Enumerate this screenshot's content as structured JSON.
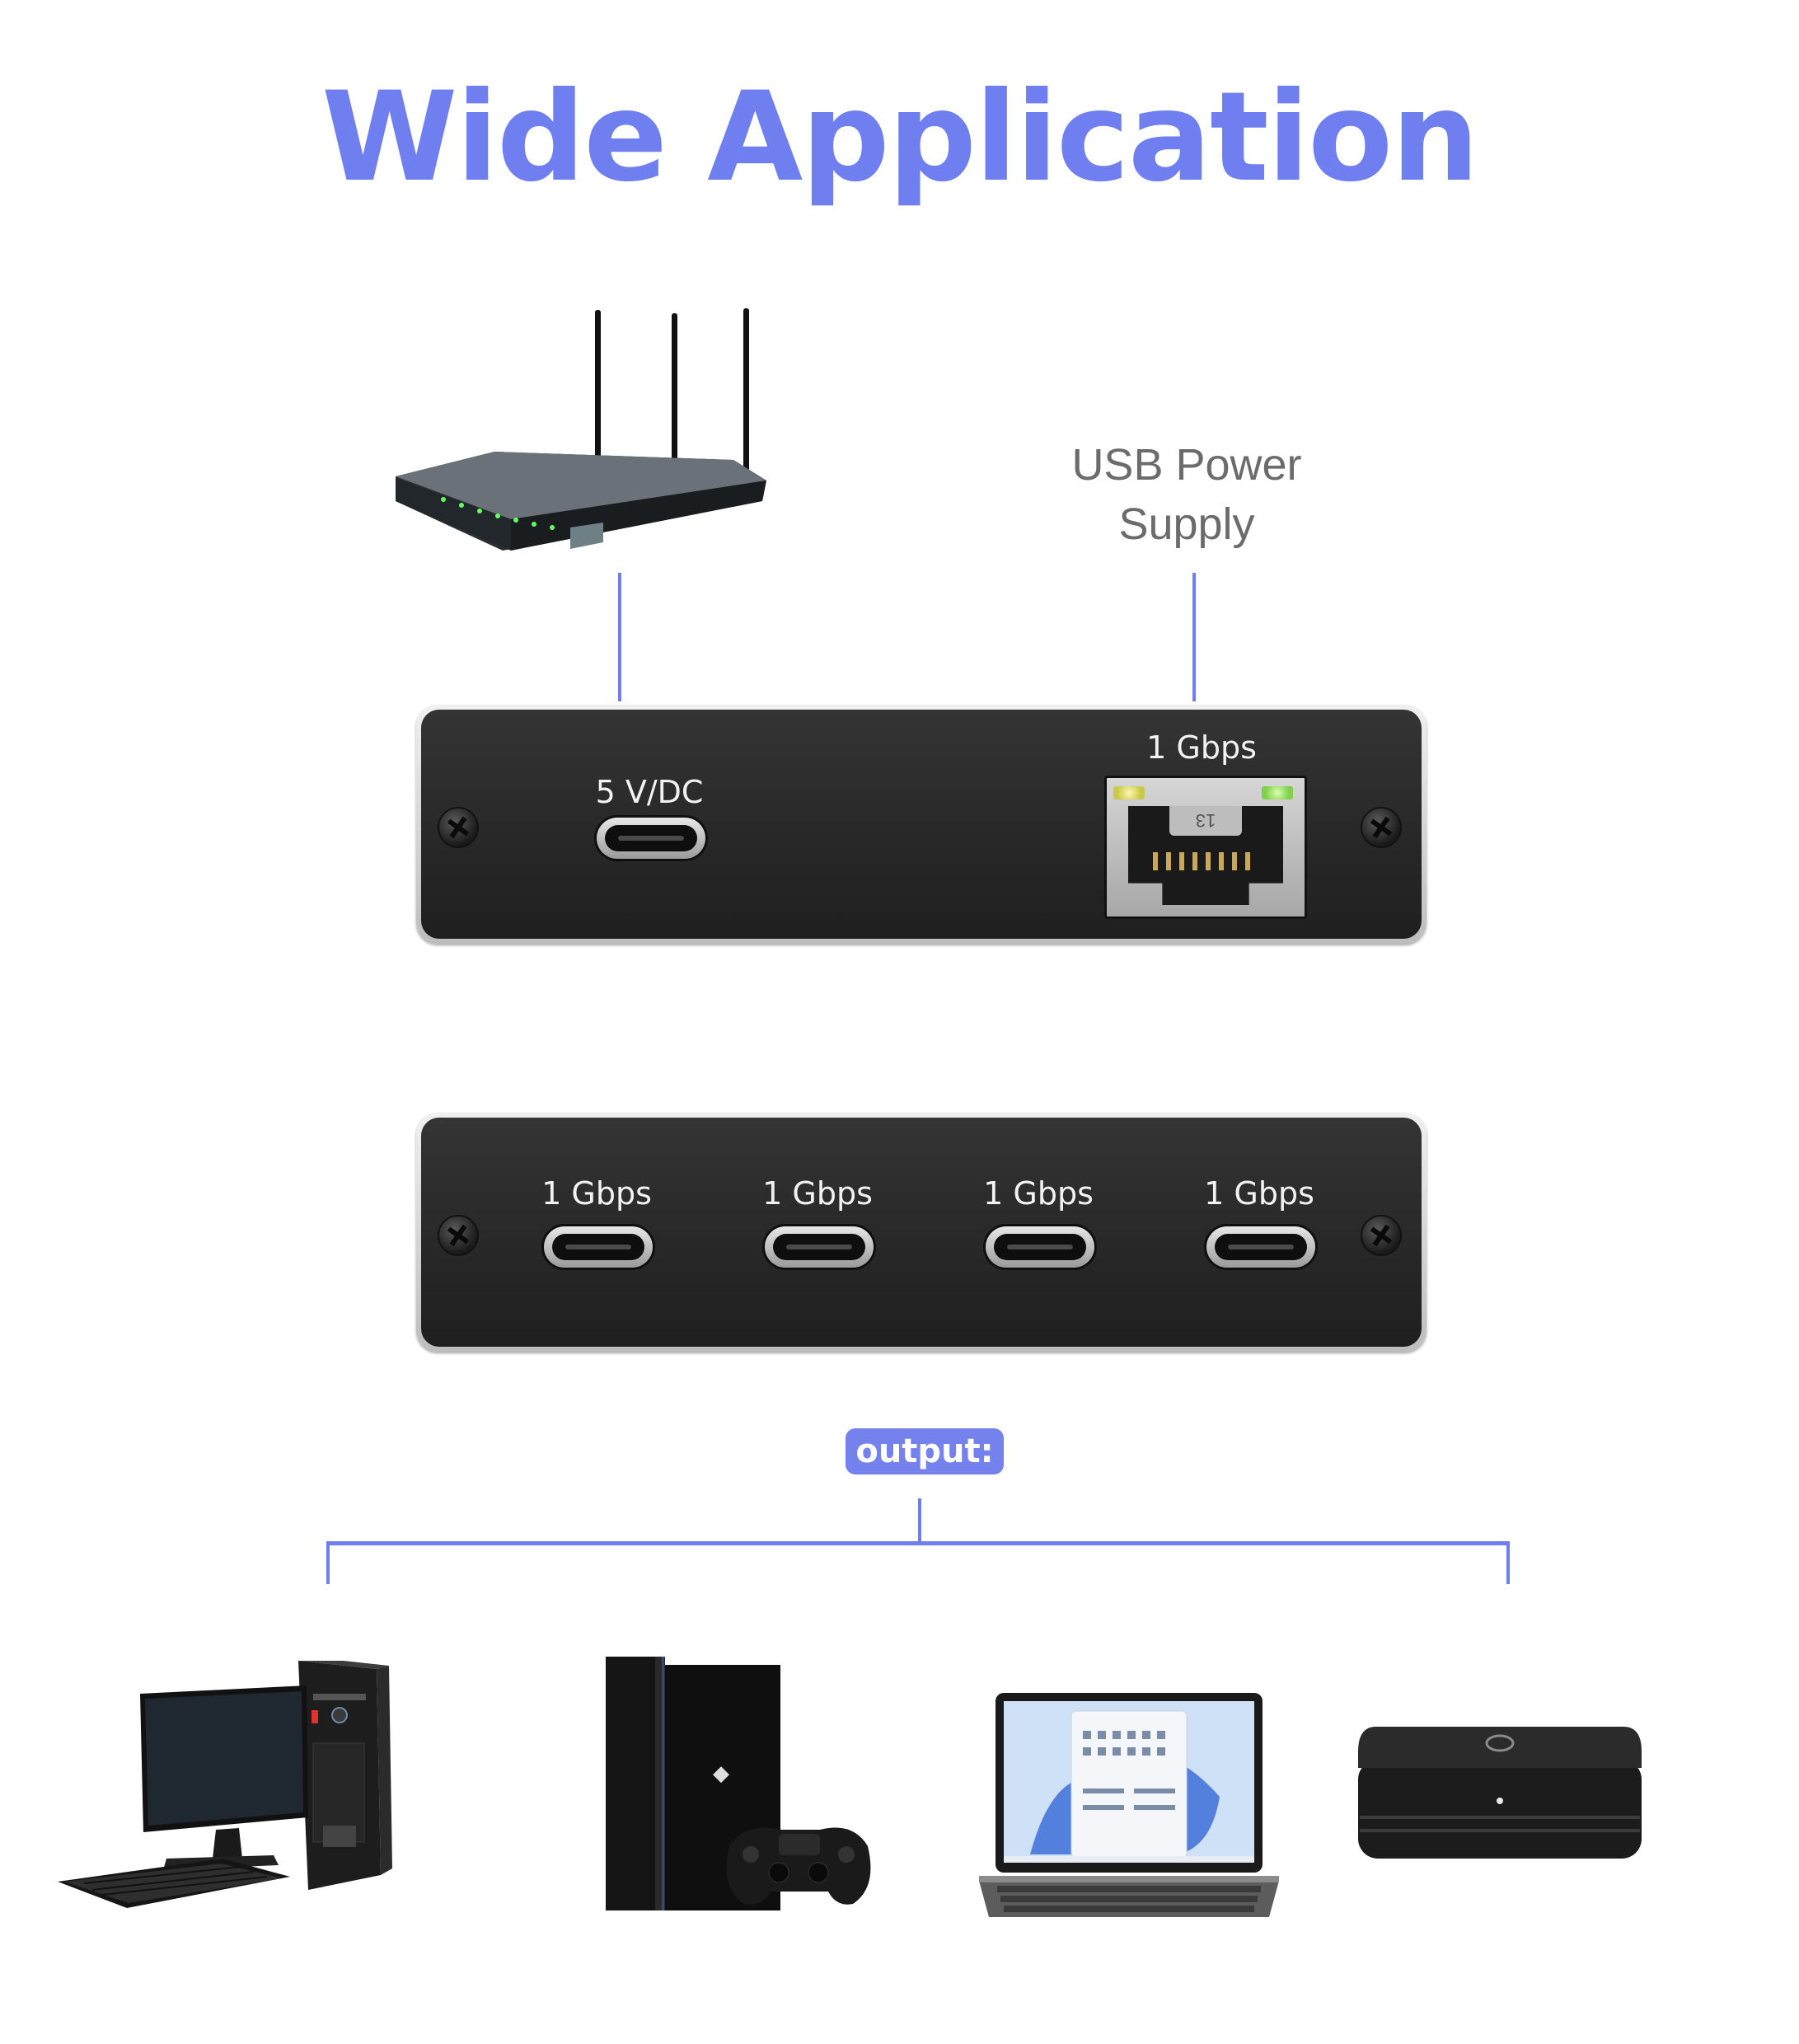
{
  "title": "Wide Application",
  "power_supply_label": [
    "USB Power",
    "Supply"
  ],
  "input_panel": {
    "power_port_label": "5 V/DC",
    "ethernet_label": "1 Gbps",
    "ethernet_port_mark": "13"
  },
  "output_panel": {
    "ports": [
      "1 Gbps",
      "1 Gbps",
      "1 Gbps",
      "1 Gbps"
    ]
  },
  "output_badge": "output:",
  "colors": {
    "accent": "#6f7ff0",
    "panel": "#2a2a2a",
    "secondary_text": "#6b6b6b"
  },
  "devices": [
    "desktop-computer-icon",
    "game-console-icon",
    "laptop-icon",
    "streaming-box-icon"
  ],
  "router": "wifi-router-icon"
}
